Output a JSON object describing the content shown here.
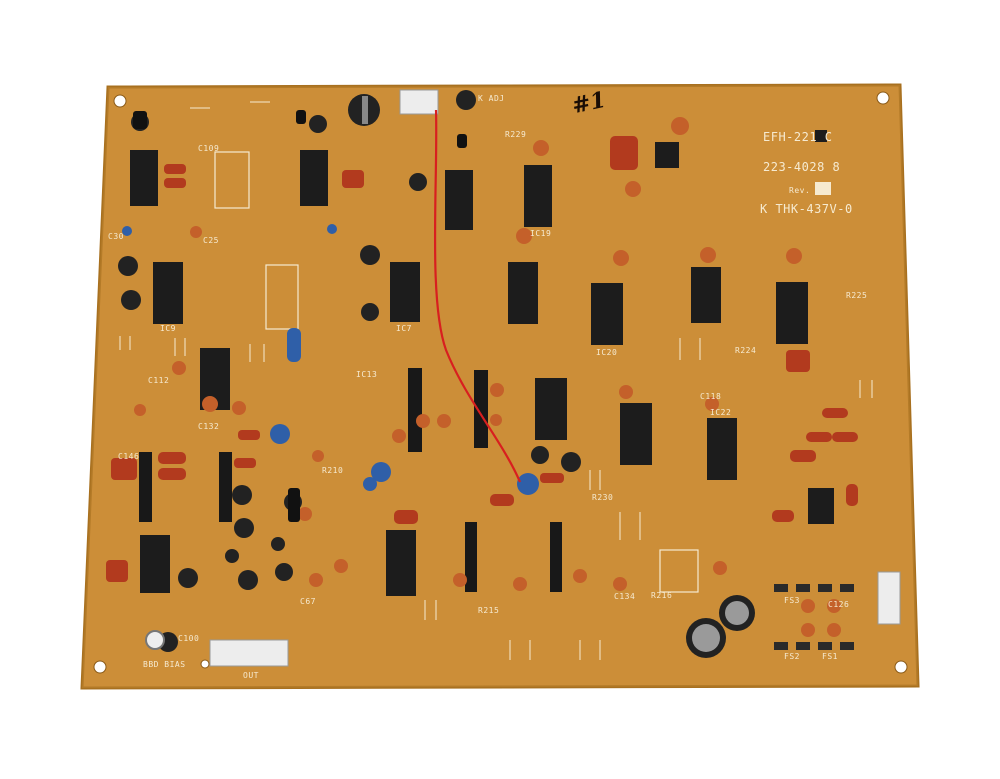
{
  "photo": {
    "subject": "circuit-board",
    "colors": {
      "background": "#ffffff",
      "board": "#c98a35",
      "board_edge": "#a8701f",
      "silkscreen": "#f6ead0",
      "ic_body": "#1c1c1c",
      "capacitor_red": "#b23a1e",
      "ceramic_cap": "#c4602a",
      "electrolytic_blue": "#2f5fa8",
      "electrolytic_black": "#222222",
      "connector_white": "#ededed",
      "jumper_wire": "#d81f1f"
    }
  },
  "board_text": {
    "model_line1": "EFH-221 C",
    "model_line2": "223-4028 8",
    "rev_label": "Rev.",
    "code_line": "K THK-437V-0",
    "handwritten_mark": "#1",
    "bbd_bias_label": "BBD BIAS",
    "out_label": "OUT",
    "adj_label": "K ADJ",
    "ref_c25": "C25",
    "ref_c30": "C30",
    "ref_c67": "C67",
    "ref_c100": "C100",
    "ref_c109": "C109",
    "ref_c112": "C112",
    "ref_c118": "C118",
    "ref_c126": "C126",
    "ref_c132": "C132",
    "ref_c134": "C134",
    "ref_c146": "C146",
    "ref_ic7": "IC7",
    "ref_ic9": "IC9",
    "ref_ic13": "IC13",
    "ref_ic19": "IC19",
    "ref_ic20": "IC20",
    "ref_ic22": "IC22",
    "ref_r210": "R210",
    "ref_r215": "R215",
    "ref_r216": "R216",
    "ref_r224": "R224",
    "ref_r225": "R225",
    "ref_r229": "R229",
    "ref_r230": "R230",
    "ref_fs1": "FS1",
    "ref_fs2": "FS2",
    "ref_fs3": "FS3"
  }
}
